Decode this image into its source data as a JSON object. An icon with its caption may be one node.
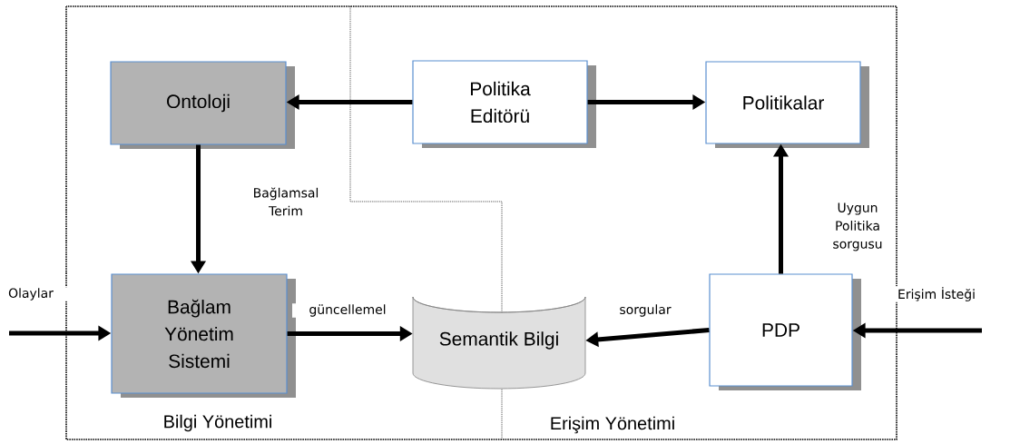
{
  "diagram": {
    "nodes": [
      {
        "text": [
          "Ontoloji"
        ]
      },
      {
        "text": [
          "Politika Editörü"
        ]
      },
      {
        "text": [
          "Politikalar"
        ]
      },
      {
        "text": [
          "Bağlam Yönetim Sistemi"
        ]
      },
      {
        "text": [
          "Semantik Bilgi"
        ]
      },
      {
        "text": [
          "PDP"
        ]
      }
    ],
    "edges": [
      {
        "from": 1,
        "to": 0,
        "arrow": "to"
      },
      {
        "from": 1,
        "to": 2,
        "arrow": "to"
      },
      {
        "from": 0,
        "to": 3,
        "arrow": "to",
        "label": "Bağlamsal Terim"
      },
      {
        "from": 5,
        "to": 2,
        "arrow": "to",
        "label": "Uygun Politika sorgusu"
      },
      {
        "from": null,
        "to": 3,
        "arrow": "to",
        "label": "Olaylar"
      },
      {
        "from": 3,
        "to": 4,
        "arrow": "to",
        "label": "güncellemel"
      },
      {
        "from": 5,
        "to": 4,
        "arrow": "to",
        "label": "sorgular"
      },
      {
        "from": null,
        "to": 5,
        "arrow": "to",
        "label": "Erişim İsteği"
      }
    ],
    "labels": [
      "Bilgi Yönetimi",
      "Erişim Yönetimi"
    ]
  }
}
